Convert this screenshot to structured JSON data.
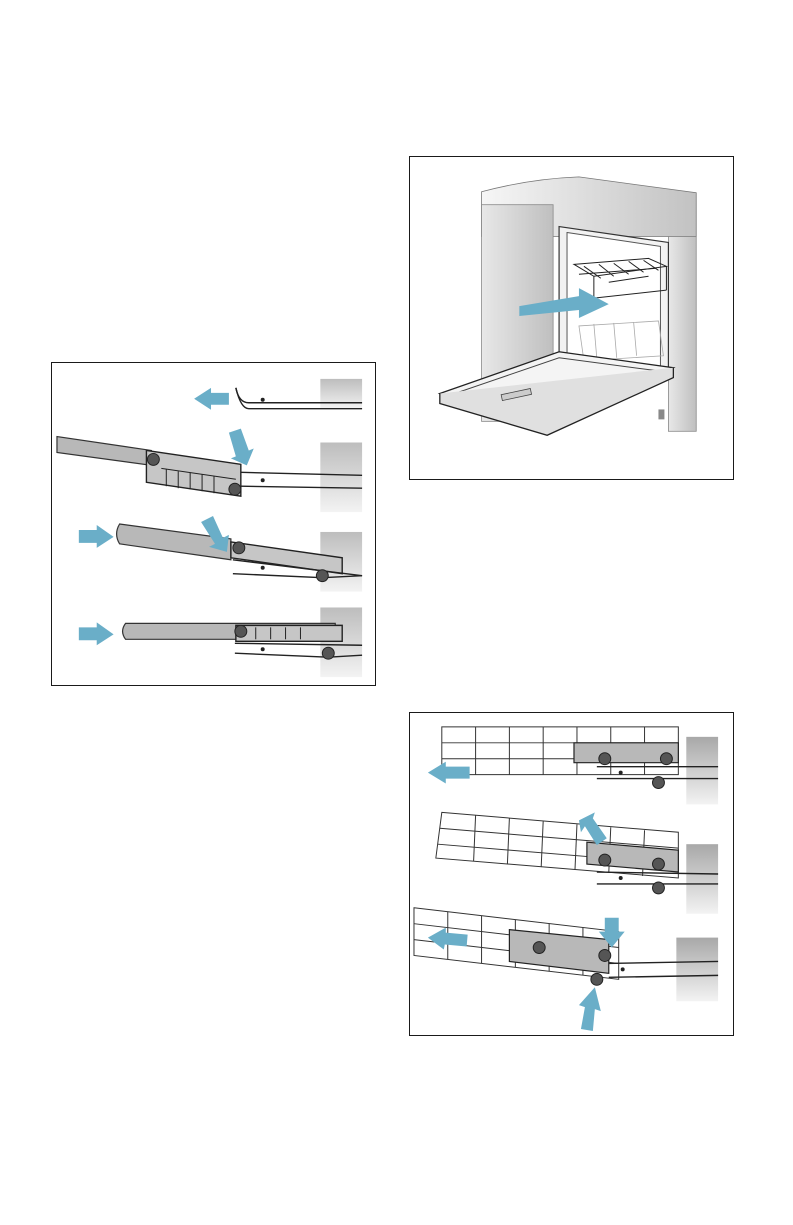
{
  "page": {
    "background": "#ffffff"
  },
  "colors": {
    "arrow": "#6aaec8",
    "frame": "#1a1a1a",
    "part_grey": "#b8b8b8",
    "wall_grey": "#9a9a9a",
    "line": "#222222"
  },
  "figures": [
    {
      "id": "rail-mount",
      "icon": "rail-mount-illustration",
      "steps": 4
    },
    {
      "id": "dishwasher",
      "icon": "dishwasher-rack-pull-illustration"
    },
    {
      "id": "rack-removal",
      "icon": "rack-removal-illustration",
      "steps": 3
    }
  ]
}
